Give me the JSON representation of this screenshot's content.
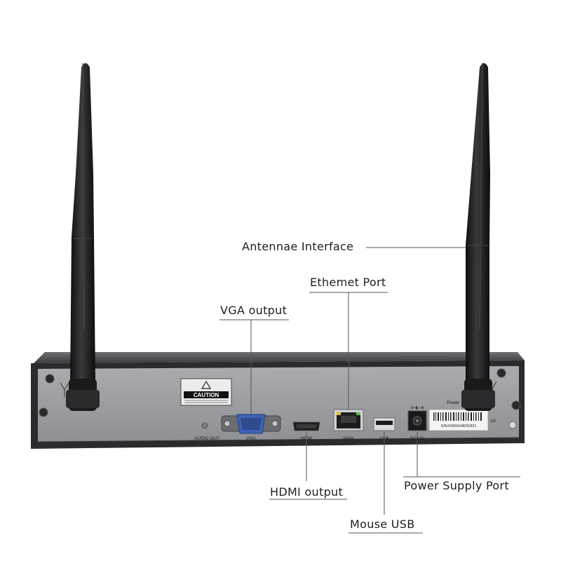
{
  "callouts": {
    "antenna": "Antennae Interface",
    "ethernet": "Ethemet Port",
    "vga": "VGA output",
    "hdmi": "HDMI output",
    "power": "Power Supply Port",
    "usb": "Mouse USB"
  },
  "panel": {
    "caution": "CAUTION",
    "audio_out": "AUDIO OUT",
    "vga": "VGA",
    "hdmi": "HDMI",
    "wan": "WAN",
    "usb": "USB",
    "dc": "DC12V",
    "power": "Power",
    "serial": "S/N:K9604J4031821",
    "off": "FF"
  },
  "colors": {
    "background": "#ffffff",
    "chassis": "#2b2b2d",
    "panel": "#9a9ca0",
    "antenna": "#1c1c1c",
    "vga_port": "#3c63b8"
  }
}
